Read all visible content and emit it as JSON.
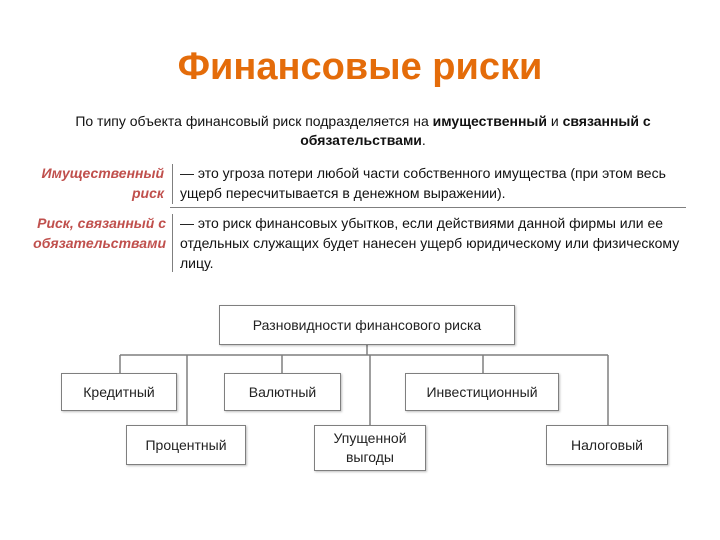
{
  "title": "Финансовые риски",
  "intro": {
    "prefix": "По типу объекта финансовый риск подразделяется на ",
    "bold1": "имущественный",
    "middle": " и ",
    "bold2": "связанный с обязательствами",
    "suffix": "."
  },
  "definitions": [
    {
      "term": "Имущественный риск",
      "text": "— это угроза потери любой части собственного имущества (при этом весь ущерб пересчитывается в денежном выражении)."
    },
    {
      "term": "Риск, связанный с обязательствами",
      "text": "— это риск финансовых убытков, если действиями данной фирмы или ее отдельных служащих будет нанесен ущерб юридическому или физическому лицу."
    }
  ],
  "diagram": {
    "root": "Разновидности финансового риска",
    "types": [
      "Кредитный",
      "Процентный",
      "Валютный",
      "Упущенной выгоды",
      "Инвестиционный",
      "Налоговый"
    ]
  },
  "colors": {
    "title": "#e46c0a",
    "term": "#c0504d",
    "line": "#7f7f7f"
  }
}
